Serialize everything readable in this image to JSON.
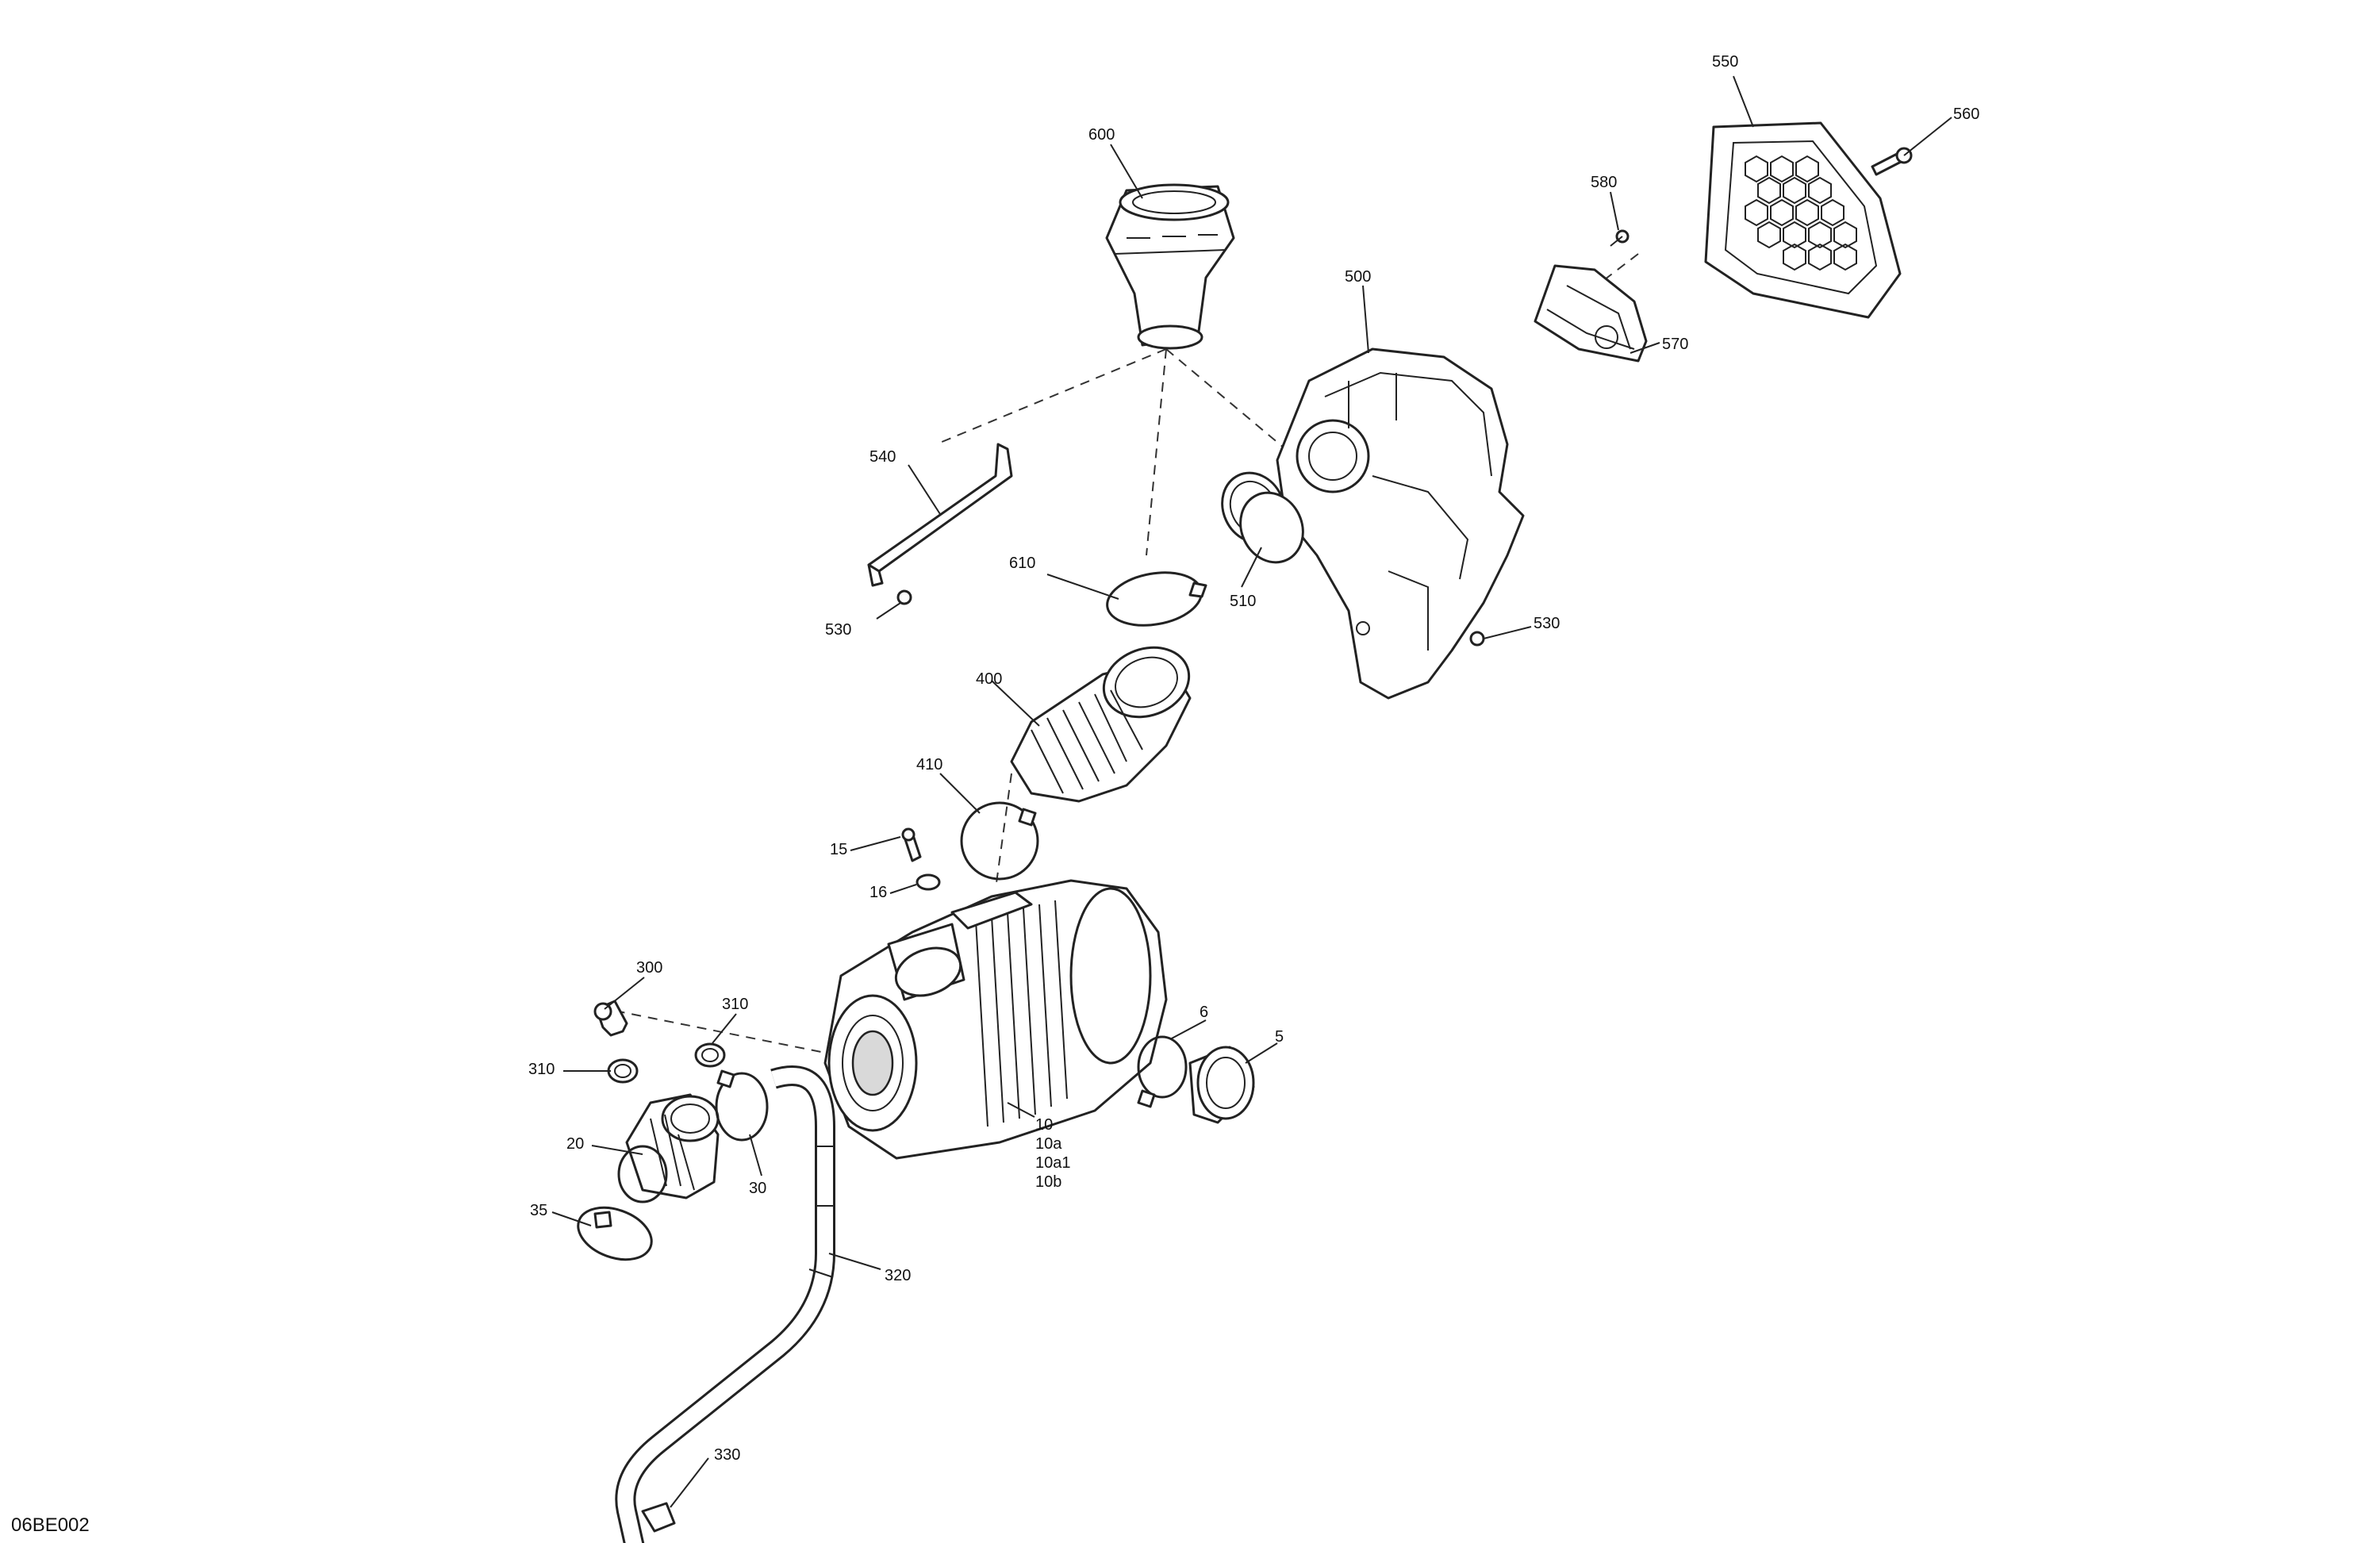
{
  "figure_id": "06BE002",
  "callouts": {
    "c550": "550",
    "c560": "560",
    "c580": "580",
    "c600": "600",
    "c500": "500",
    "c570": "570",
    "c540": "540",
    "c610": "610",
    "c510": "510",
    "c530a": "530",
    "c530b": "530",
    "c400": "400",
    "c410": "410",
    "c15": "15",
    "c16": "16",
    "c300": "300",
    "c310a": "310",
    "c310b": "310",
    "c20": "20",
    "c30": "30",
    "c35": "35",
    "c6": "6",
    "c5": "5",
    "c10": "10",
    "c10a": "10a",
    "c10a1": "10a1",
    "c10b": "10b",
    "c320": "320",
    "c330": "330"
  }
}
